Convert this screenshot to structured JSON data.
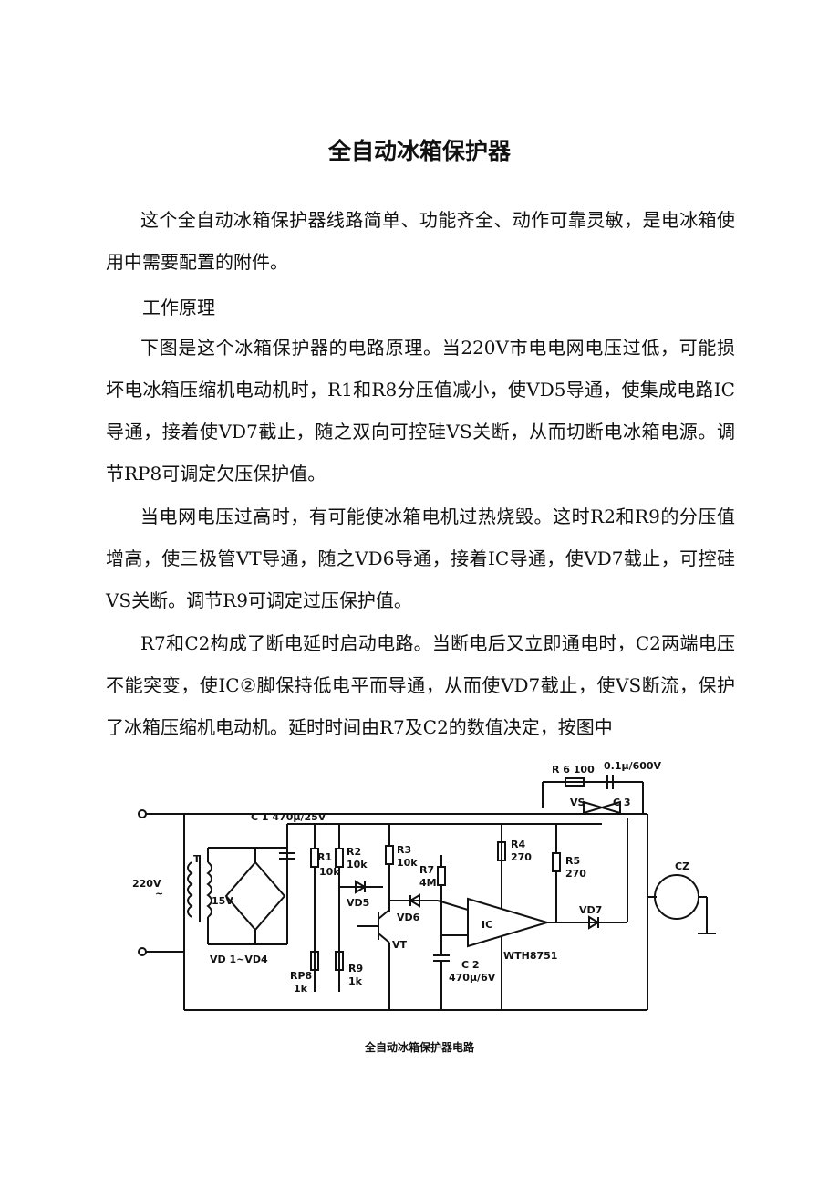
{
  "title": "全自动冰箱保护器",
  "paragraphs": [
    "这个全自动冰箱保护器线路简单、功能齐全、动作可靠灵敏，是电冰箱使用中需要配置的附件。",
    "下图是这个冰箱保护器的电路原理。当220V市电电网电压过低，可能损坏电冰箱压缩机电动机时，R1和R8分压值减小，使VD5导通，使集成电路IC导通，接着使VD7截止，随之双向可控硅VS关断，从而切断电冰箱电源。调节RP8可调定欠压保护值。",
    "当电网电压过高时，有可能使冰箱电机过热烧毁。这时R2和R9的分压值增高，使三极管VT导通，随之VD6导通，接着IC导通，使VD7截止，可控硅VS关断。调节R9可调定过压保护值。",
    "R7和C2构成了断电延时启动电路。当断电后又立即通电时，C2两端电压不能突变，使IC②脚保持低电平而导通，从而使VD7截止，使VS断流，保护了冰箱压缩机电动机。延时时间由R7及C2的数值决定，按图中"
  ],
  "section_heading": "工作原理",
  "figure": {
    "caption": "全自动冰箱保护器电路",
    "labels": {
      "r6": "R 6  100",
      "c3_value": "0.1μ/600V",
      "vs": "VS",
      "c3": "C 3",
      "c1": "C 1  470μ/25V",
      "t": "T",
      "v220": "220V",
      "tilde": "~",
      "v15": "15V",
      "r1": "R1",
      "r1v": "10k",
      "r2": "R2",
      "r2v": "10k",
      "r3": "R3",
      "r3v": "10k",
      "r7": "R7",
      "r7v": "4M",
      "r4": "R4",
      "r4v": "270",
      "r5": "R5",
      "r5v": "270",
      "cz": "CZ",
      "vd5": "VD5",
      "vd6": "VD6",
      "ic": "IC",
      "vd7": "VD7",
      "vt": "VT",
      "vd14": "VD 1~VD4",
      "c2": "C 2",
      "c2v": "470μ/6V",
      "wth": "WTH8751",
      "rp8": "RP8",
      "rp8v": "1k",
      "r9": "R9",
      "r9v": "1k"
    }
  }
}
